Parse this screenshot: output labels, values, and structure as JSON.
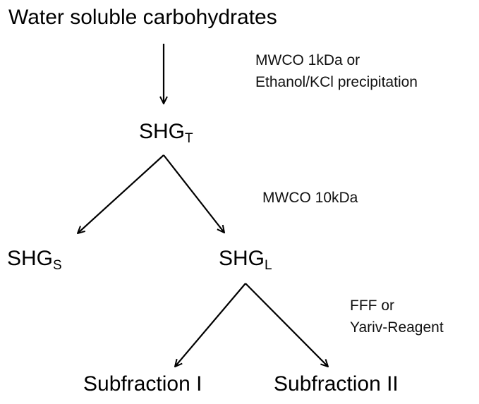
{
  "nodes": {
    "root": {
      "label": "Water soluble carbohydrates"
    },
    "shg_t": {
      "base": "SHG",
      "sub": "T"
    },
    "shg_s": {
      "base": "SHG",
      "sub": "S"
    },
    "shg_l": {
      "base": "SHG",
      "sub": "L"
    },
    "sub1": {
      "label": "Subfraction I"
    },
    "sub2": {
      "label": "Subfraction II"
    }
  },
  "notes": {
    "step1": {
      "line1": "MWCO 1kDa or",
      "line2": "Ethanol/KCl precipitation"
    },
    "step2": {
      "line1": "MWCO 10kDa"
    },
    "step3": {
      "line1": "FFF or",
      "line2": "Yariv-Reagent"
    }
  },
  "edges": [
    {
      "from": "root",
      "to": "shg_t"
    },
    {
      "from": "shg_t",
      "to": "shg_s"
    },
    {
      "from": "shg_t",
      "to": "shg_l"
    },
    {
      "from": "shg_l",
      "to": "sub1"
    },
    {
      "from": "shg_l",
      "to": "sub2"
    }
  ],
  "colors": {
    "line": "#000000",
    "text": "#000000"
  }
}
